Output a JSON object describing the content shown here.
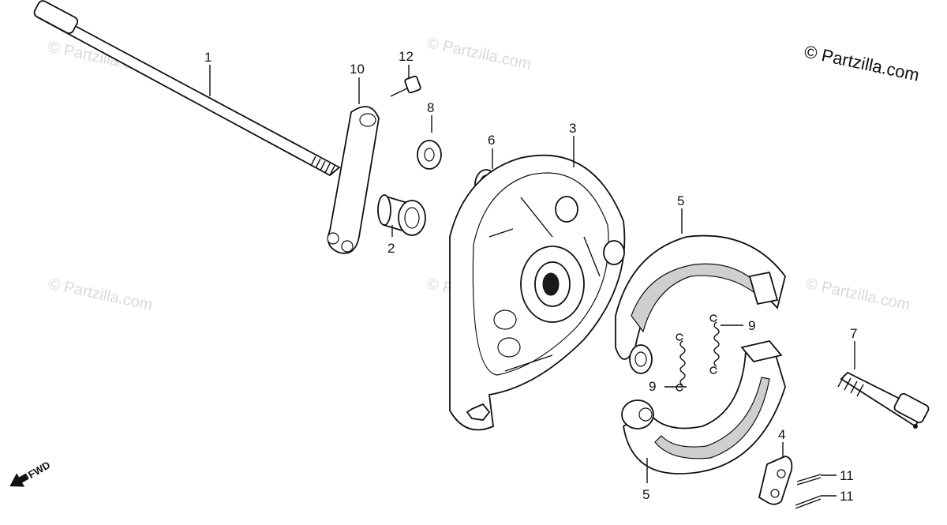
{
  "copyright": "© Partzilla.com",
  "watermark": "© Partzilla.com",
  "fwd_label": "FWD",
  "callouts": {
    "p1": "1",
    "p2": "2",
    "p3": "3",
    "p4": "4",
    "p5a": "5",
    "p5b": "5",
    "p6": "6",
    "p7": "7",
    "p8": "8",
    "p9a": "9",
    "p9b": "9",
    "p10": "10",
    "p11a": "11",
    "p11b": "11",
    "p12": "12"
  }
}
